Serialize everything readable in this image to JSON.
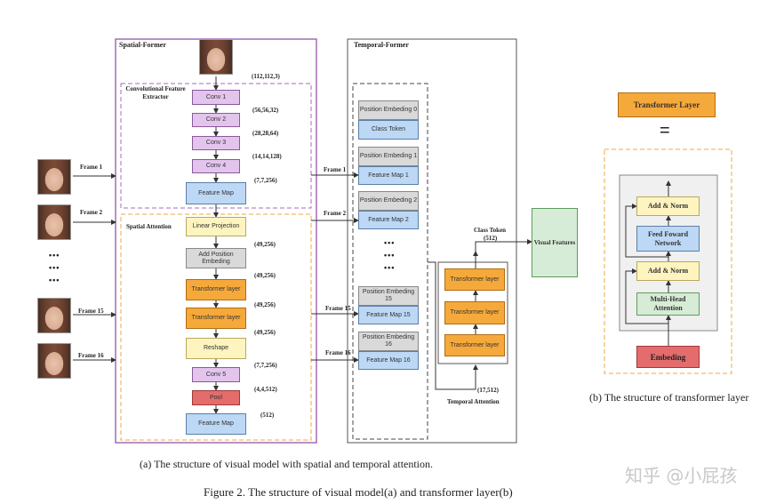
{
  "figure_caption": "Figure 2. The structure of visual model(a) and transformer layer(b)",
  "caption_a": "(a) The structure of visual model with spatial and temporal attention.",
  "caption_b": "(b) The structure of transformer layer",
  "watermark": "知乎 @小屁孩",
  "spatial": {
    "title": "Spatial-Former",
    "conv_extractor_label": "Convolutional Feature Extractor",
    "attention_label": "Spatial Attention",
    "input_shape": "(112,112,3)",
    "blocks": {
      "conv1": "Conv 1",
      "conv2": "Conv 2",
      "conv3": "Conv 3",
      "conv4": "Conv 4",
      "feature_map_1": "Feature Map",
      "linear_projection": "Linear Projection",
      "add_pos": "Add Position Embeding",
      "transformer_1": "Transformer layer",
      "transformer_2": "Transformer layer",
      "reshape": "Reshape",
      "conv5": "Conv 5",
      "pool": "Pool",
      "feature_map_2": "Feature Map"
    },
    "shapes": {
      "s1": "(56,56,32)",
      "s2": "(28,28,64)",
      "s3": "(14,14,128)",
      "s4": "(7,7,256)",
      "s5": "(49,256)",
      "s6": "(49,256)",
      "s7": "(49,256)",
      "s8": "(49,256)",
      "s9": "(7,7,256)",
      "s10": "(4,4,512)",
      "s11": "(512)"
    }
  },
  "frames": {
    "f1": "Frame 1",
    "f2": "Frame 2",
    "f15": "Frame 15",
    "f16": "Frame 16",
    "dots": "•••"
  },
  "arrow_labels": {
    "a1": "Frame 1",
    "a2": "Frame 2",
    "a15": "Frame 15",
    "a16": "Frame 16"
  },
  "temporal": {
    "title": "Temporal-Former",
    "pos0": "Position Embeding 0",
    "class_token": "Class Token",
    "pos1": "Position Embeding 1",
    "fm1": "Feature Map 1",
    "pos2": "Position Embeding 2",
    "fm2": "Feature Map 2",
    "pos15": "Position Embeding 15",
    "fm15": "Feature Map 15",
    "pos16": "Position Embeding 16",
    "fm16": "Feature Map 16",
    "dots": "•••",
    "transformer": "Transformer layer",
    "attention_label": "Temporal Attention",
    "class_token_out": "Class Token",
    "class_token_shape": "(512)",
    "input_shape": "(17,512)",
    "visual_features": "Visual Features"
  },
  "transformer_layer": {
    "title": "Transformer Layer",
    "equals": "=",
    "add_norm_top": "Add & Norm",
    "ffn": "Feed Foward Network",
    "add_norm_bottom": "Add & Norm",
    "mha": "Multi-Head Attention",
    "embedding": "Embeding"
  },
  "colors": {
    "purple_frame": "#a46cb6",
    "orange_dash": "#f0a838",
    "conv": "#e3c4ec",
    "feature_map": "#bcd8f5",
    "transformer": "#f6a93b",
    "pool": "#e46c6c"
  }
}
